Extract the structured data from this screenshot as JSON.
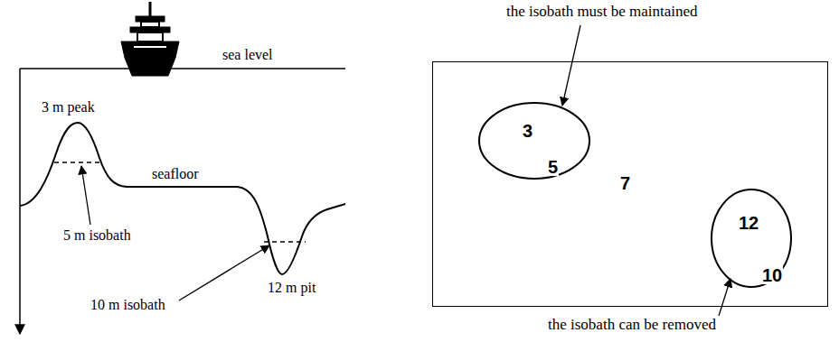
{
  "diagram": {
    "nodes": [
      {
        "text": [
          "7"
        ]
      },
      {
        "text": [
          "3",
          "5"
        ],
        "in": 0
      },
      {
        "text": [
          "12",
          "10"
        ],
        "in": 0
      }
    ],
    "labels": [
      "sea level",
      "3 m peak",
      "seafloor",
      "5 m isobath",
      "10 m isobath",
      "12 m pit",
      "the isobath must be maintained",
      "the isobath can be removed"
    ]
  }
}
